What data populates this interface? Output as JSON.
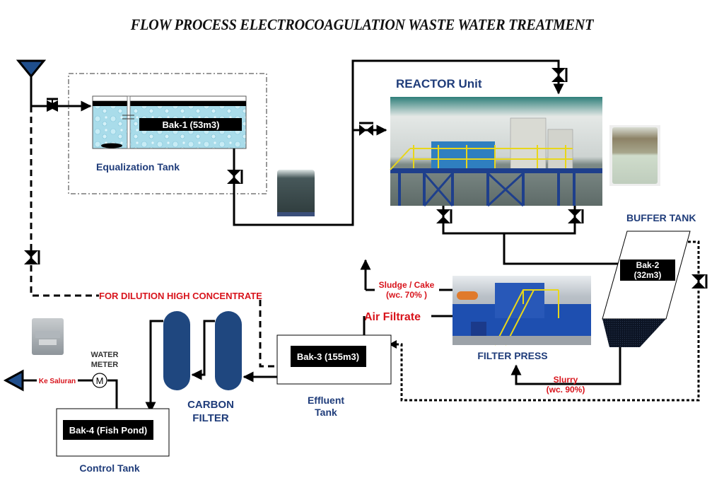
{
  "title": "FLOW PROCESS ELECTROCOAGULATION WASTE WATER TREATMENT",
  "units": {
    "equalization": {
      "label": "Equalization Tank",
      "tank": "Bak-1 (53m3)"
    },
    "reactor": {
      "label": "REACTOR Unit"
    },
    "buffer": {
      "label": "BUFFER TANK",
      "tank_line1": "Bak-2",
      "tank_line2": "(32m3)"
    },
    "filter_press": {
      "label": "FILTER PRESS"
    },
    "effluent": {
      "label_line1": "Effluent",
      "label_line2": "Tank",
      "tank": "Bak-3 (155m3)"
    },
    "carbon_filter": {
      "label_line1": "CARBON",
      "label_line2": "FILTER"
    },
    "control": {
      "label": "Control Tank",
      "tank": "Bak-4 (Fish Pond)"
    },
    "water_meter": {
      "label_line1": "WATER",
      "label_line2": "METER",
      "symbol": "M"
    }
  },
  "streams": {
    "sludge_line1": "Sludge / Cake",
    "sludge_line2": "(wc. 70% )",
    "air_filtrate": "Air Filtrate",
    "slurry_line1": "Slurry",
    "slurry_line2": "(wc. 90%)",
    "dilution": "FOR DILUTION HIGH CONCENTRATE",
    "outlet": "Ke Saluran"
  },
  "colors": {
    "label_blue": "#1f3c7a",
    "stream_red": "#d8141c",
    "carbon_filter": "#1f477f",
    "source_triangle": "#1f4e8c"
  }
}
